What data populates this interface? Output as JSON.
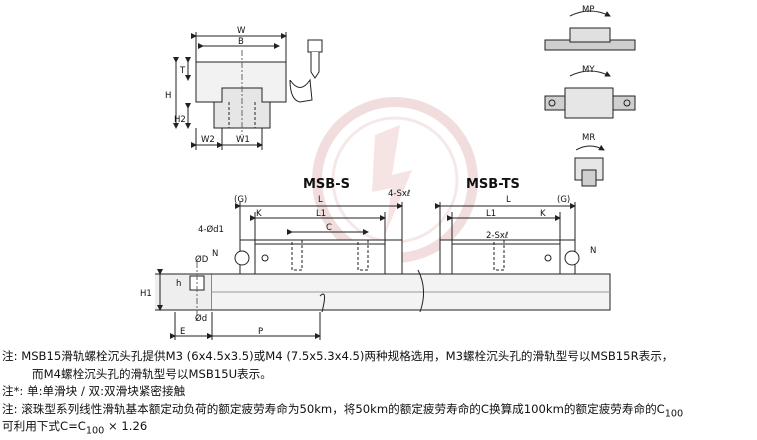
{
  "cross_section": {
    "dims": [
      "W",
      "B",
      "T",
      "H",
      "H2",
      "W2",
      "W1"
    ]
  },
  "moments": {
    "pitch": "MP",
    "yaw": "MY",
    "roll": "MR"
  },
  "side_view": {
    "labels": [
      "MSB-S",
      "MSB-TS"
    ],
    "dims_left": {
      "g": "(G)",
      "k": "K",
      "l": "L",
      "l1": "L1",
      "c": "C",
      "holes": "4-Sxℓ",
      "d1": "4-Ød1",
      "n": "N"
    },
    "dims_right": {
      "g": "(G)",
      "k": "K",
      "l": "L",
      "l1": "L1",
      "holes": "2-Sxℓ",
      "n": "N"
    },
    "rail": {
      "od": "ØD",
      "h": "h",
      "h1": "H1",
      "d": "Ød",
      "e": "E",
      "p": "P"
    }
  },
  "notes": [
    {
      "prefix": "注:",
      "text": "MSB15滑轨螺栓沉头孔提供M3 (6x4.5x3.5)或M4 (7.5x5.3x4.5)两种规格选用，M3螺栓沉头孔的滑轨型号以MSB15R表示，"
    },
    {
      "prefix": "",
      "text": "而M4螺栓沉头孔的滑轨型号以MSB15U表示。"
    },
    {
      "prefix": "注*:",
      "text": "单:单滑块 / 双:双滑块紧密接触"
    },
    {
      "prefix": "注:",
      "text": "滚珠型系列线性滑轨基本额定动负荷的额定疲劳寿命为50km，将50km的额定疲劳寿命的C换算成100km的额定疲劳寿命的C",
      "sub": "100"
    },
    {
      "prefix": "",
      "text": "可利用下式C=C",
      "sub": "100",
      "after": " × 1.26"
    }
  ]
}
